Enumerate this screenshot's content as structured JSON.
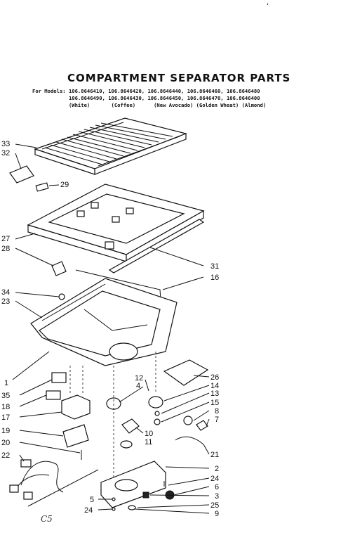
{
  "title": "COMPARTMENT SEPARATOR PARTS",
  "models": {
    "prefix": "For Models:",
    "row1": "106.8646410, 106.8646420, 106.8646440, 106.8646460, 106.8646480",
    "row2": "106.8646490, 106.8646430, 106.8646450, 106.8646470, 106.8646400",
    "row3": "(White)       (Coffee)      (New Avocado) (Golden Wheat) (Almond)"
  },
  "top_mark": "ʻ",
  "signature": "C5",
  "callouts": [
    {
      "id": "33",
      "label": "33"
    },
    {
      "id": "32",
      "label": "32"
    },
    {
      "id": "29",
      "label": "29"
    },
    {
      "id": "27",
      "label": "27"
    },
    {
      "id": "28",
      "label": "28"
    },
    {
      "id": "31",
      "label": "31"
    },
    {
      "id": "16",
      "label": "16"
    },
    {
      "id": "34",
      "label": "34"
    },
    {
      "id": "23",
      "label": "23"
    },
    {
      "id": "1",
      "label": "1"
    },
    {
      "id": "26",
      "label": "26"
    },
    {
      "id": "35",
      "label": "35"
    },
    {
      "id": "12",
      "label": "12"
    },
    {
      "id": "14",
      "label": "14"
    },
    {
      "id": "4",
      "label": "4"
    },
    {
      "id": "13",
      "label": "13"
    },
    {
      "id": "18",
      "label": "18"
    },
    {
      "id": "15",
      "label": "15"
    },
    {
      "id": "17",
      "label": "17"
    },
    {
      "id": "8",
      "label": "8"
    },
    {
      "id": "7",
      "label": "7"
    },
    {
      "id": "19",
      "label": "19"
    },
    {
      "id": "10",
      "label": "10"
    },
    {
      "id": "11",
      "label": "11"
    },
    {
      "id": "20",
      "label": "20"
    },
    {
      "id": "21",
      "label": "21"
    },
    {
      "id": "22",
      "label": "22"
    },
    {
      "id": "2",
      "label": "2"
    },
    {
      "id": "24a",
      "label": "24"
    },
    {
      "id": "6",
      "label": "6"
    },
    {
      "id": "3",
      "label": "3"
    },
    {
      "id": "5",
      "label": "5"
    },
    {
      "id": "25",
      "label": "25"
    },
    {
      "id": "24b",
      "label": "24"
    },
    {
      "id": "9",
      "label": "9"
    }
  ]
}
